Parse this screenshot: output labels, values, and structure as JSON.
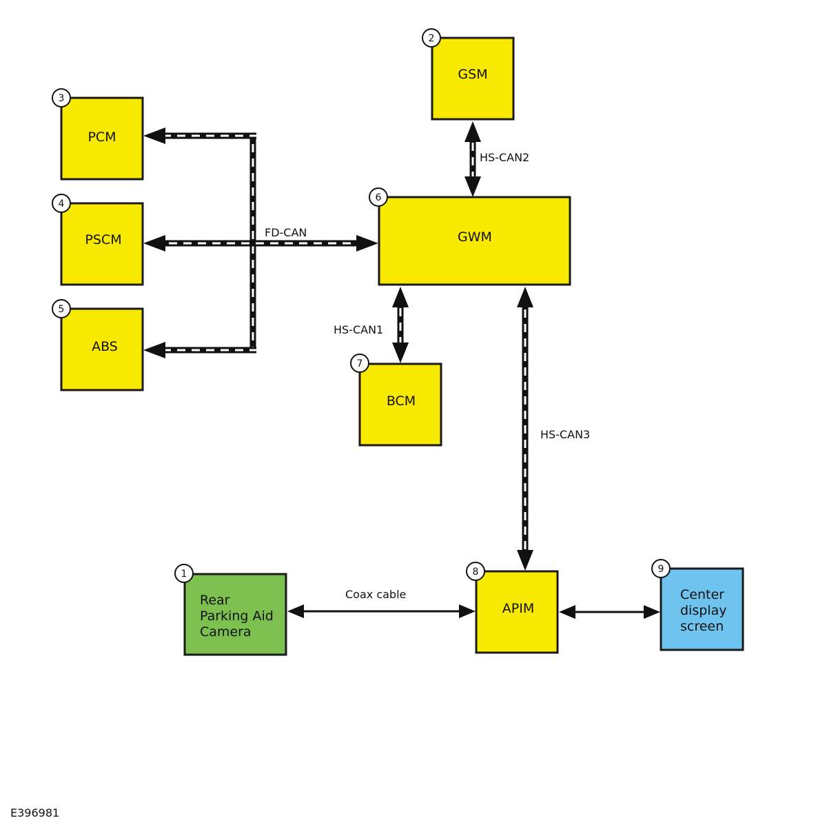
{
  "figure_id": "E396981",
  "colors": {
    "module_fill": "#f7ea00",
    "camera_fill": "#7cc04f",
    "display_fill": "#6ec3ef",
    "line": "#111111"
  },
  "modules": {
    "camera": {
      "number": "1",
      "lines": [
        "Rear",
        "Parking Aid",
        "Camera"
      ]
    },
    "gsm": {
      "number": "2",
      "label": "GSM"
    },
    "pcm": {
      "number": "3",
      "label": "PCM"
    },
    "pscm": {
      "number": "4",
      "label": "PSCM"
    },
    "abs": {
      "number": "5",
      "label": "ABS"
    },
    "gwm": {
      "number": "6",
      "label": "GWM"
    },
    "bcm": {
      "number": "7",
      "label": "BCM"
    },
    "apim": {
      "number": "8",
      "label": "APIM"
    },
    "display": {
      "number": "9",
      "lines": [
        "Center",
        "display",
        "screen"
      ]
    }
  },
  "buses": {
    "fd_can": "FD-CAN",
    "hs_can1": "HS-CAN1",
    "hs_can2": "HS-CAN2",
    "hs_can3": "HS-CAN3",
    "coax": "Coax cable"
  }
}
